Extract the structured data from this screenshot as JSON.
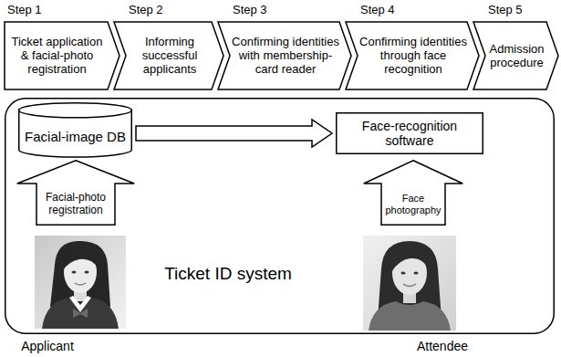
{
  "diagram": {
    "nodes": [
      {
        "text": [
          "Step 1",
          "Ticket application & facial-photo registration"
        ]
      },
      {
        "text": [
          "Step 2",
          "Informing successful applicants"
        ]
      },
      {
        "text": [
          "Step 3",
          "Confirming identities with membership-card reader"
        ]
      },
      {
        "text": [
          "Step 4",
          "Confirming identities through face recognition"
        ]
      },
      {
        "text": [
          "Step 5",
          "Admission procedure"
        ]
      },
      {
        "text": [
          "Ticket ID system"
        ]
      },
      {
        "text": [
          "Facial-image DB"
        ],
        "in": 5
      },
      {
        "text": [
          "Facial-photo registration"
        ],
        "in": 5
      },
      {
        "text": [
          "Face-recognition software"
        ],
        "in": 5
      },
      {
        "text": [
          "Face photography"
        ],
        "in": 5
      }
    ],
    "edges": [
      {
        "from": 6,
        "to": 8,
        "arrow": "to"
      }
    ],
    "labels": [
      "Applicant",
      "Attendee"
    ]
  }
}
